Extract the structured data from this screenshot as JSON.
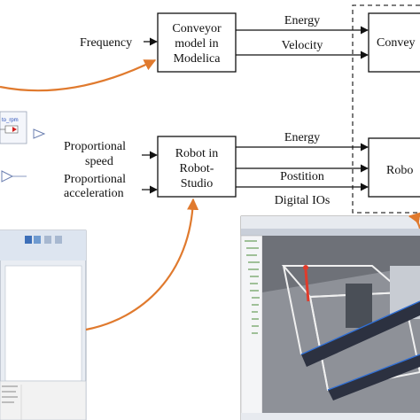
{
  "boxes": {
    "conveyor_model": [
      "Conveyor",
      "model in",
      "Modelica"
    ],
    "robot_studio": [
      "Robot in",
      "Robot-",
      "Studio"
    ],
    "conveyor_right": "Convey",
    "robot_right": "Robo"
  },
  "inputs": {
    "frequency": "Frequency",
    "prop_speed": [
      "Proportional",
      "speed"
    ],
    "prop_accel": [
      "Proportional",
      "acceleration"
    ]
  },
  "signals": {
    "conveyor": [
      "Energy",
      "Velocity"
    ],
    "robot": [
      "Energy",
      "Postition",
      "Digital IOs"
    ]
  },
  "snippet": {
    "modelica_block_label": "to_rpm"
  },
  "colors": {
    "arrow_orange": "#e07a2e",
    "line": "#111111",
    "dashed_frame": "#333333"
  },
  "icons": [
    "triangle-output-icon",
    "window-screenshot-icon",
    "3d-scene-screenshot-icon"
  ]
}
